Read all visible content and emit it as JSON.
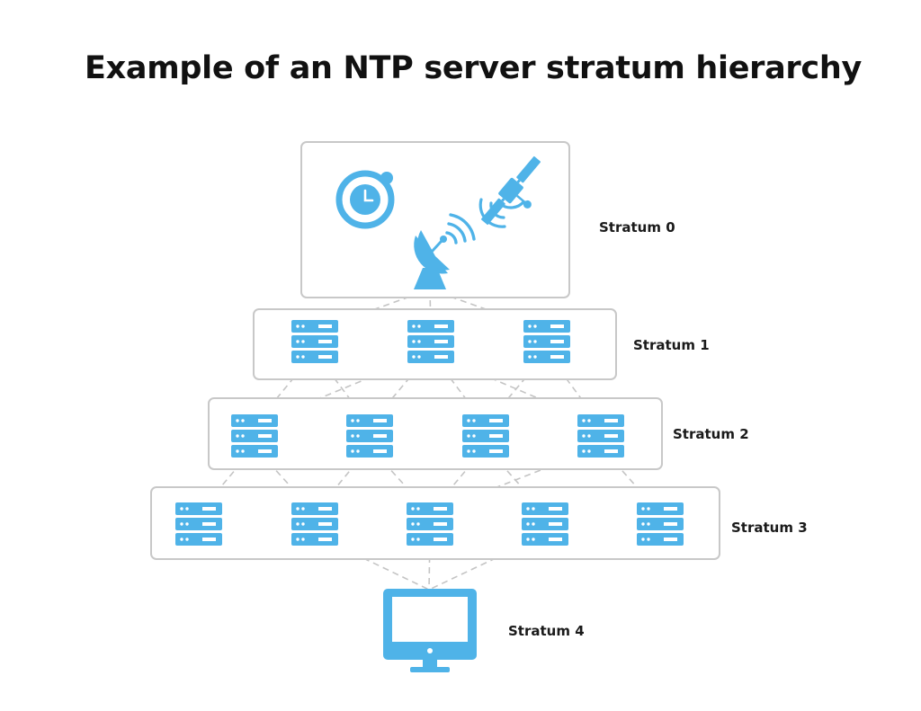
{
  "title": "Example of an NTP server stratum hierarchy",
  "colors": {
    "icon": "#4fb3e8",
    "box_border": "#c8c8c8",
    "connector": "#c4c4c4",
    "text": "#111111"
  },
  "strata": [
    {
      "label": "Stratum 0",
      "icons": [
        "atomic-clock-icon",
        "satellite-icon",
        "satellite-dish-icon"
      ]
    },
    {
      "label": "Stratum 1",
      "icons": [
        "server-icon",
        "server-icon",
        "server-icon"
      ]
    },
    {
      "label": "Stratum 2",
      "icons": [
        "server-icon",
        "server-icon",
        "server-icon",
        "server-icon"
      ]
    },
    {
      "label": "Stratum 3",
      "icons": [
        "server-icon",
        "server-icon",
        "server-icon",
        "server-icon",
        "server-icon"
      ]
    },
    {
      "label": "Stratum 4",
      "icons": [
        "monitor-icon"
      ]
    }
  ]
}
